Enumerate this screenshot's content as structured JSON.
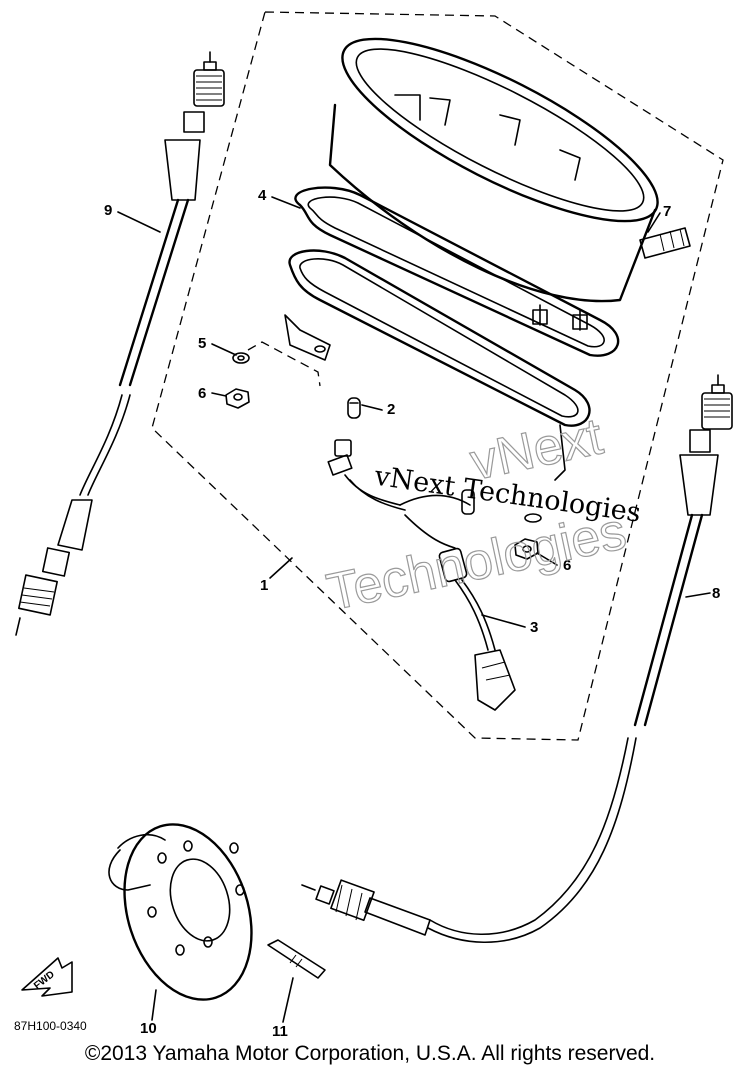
{
  "diagram": {
    "callouts": {
      "c1": "1",
      "c2": "2",
      "c3": "3",
      "c4": "4",
      "c5": "5",
      "c6a": "6",
      "c6b": "6",
      "c7": "7",
      "c8": "8",
      "c9": "9",
      "c10": "10",
      "c11": "11"
    },
    "part_code": "87H100-0340",
    "fwd_label": "FWD",
    "watermark_line1": "vNext Technologies",
    "watermark_line2a": "vNext",
    "watermark_line2b": "Technologies"
  },
  "footer": {
    "copyright": "©2013 Yamaha Motor Corporation, U.S.A. All rights reserved."
  }
}
